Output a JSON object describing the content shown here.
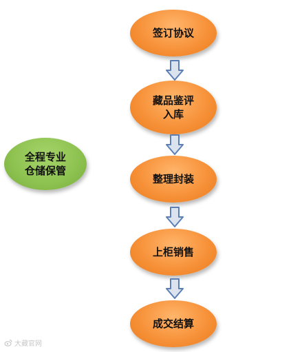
{
  "diagram": {
    "steps": [
      {
        "id": "sign",
        "label": "签订协议"
      },
      {
        "id": "appraise",
        "label": "藏品鉴评\n入库"
      },
      {
        "id": "package",
        "label": "整理封装"
      },
      {
        "id": "shelve",
        "label": "上柜销售"
      },
      {
        "id": "settle",
        "label": "成交结算"
      }
    ],
    "side_node": {
      "label": "全程专业\n仓储保管"
    },
    "colors": {
      "step_fill": "#f7923a",
      "side_fill": "#8cc14f",
      "arrow_fill": "#dbe3ef",
      "arrow_stroke": "#5b7fb5"
    }
  },
  "watermark": {
    "icon": "weibo-icon",
    "text": "大藏官网"
  }
}
